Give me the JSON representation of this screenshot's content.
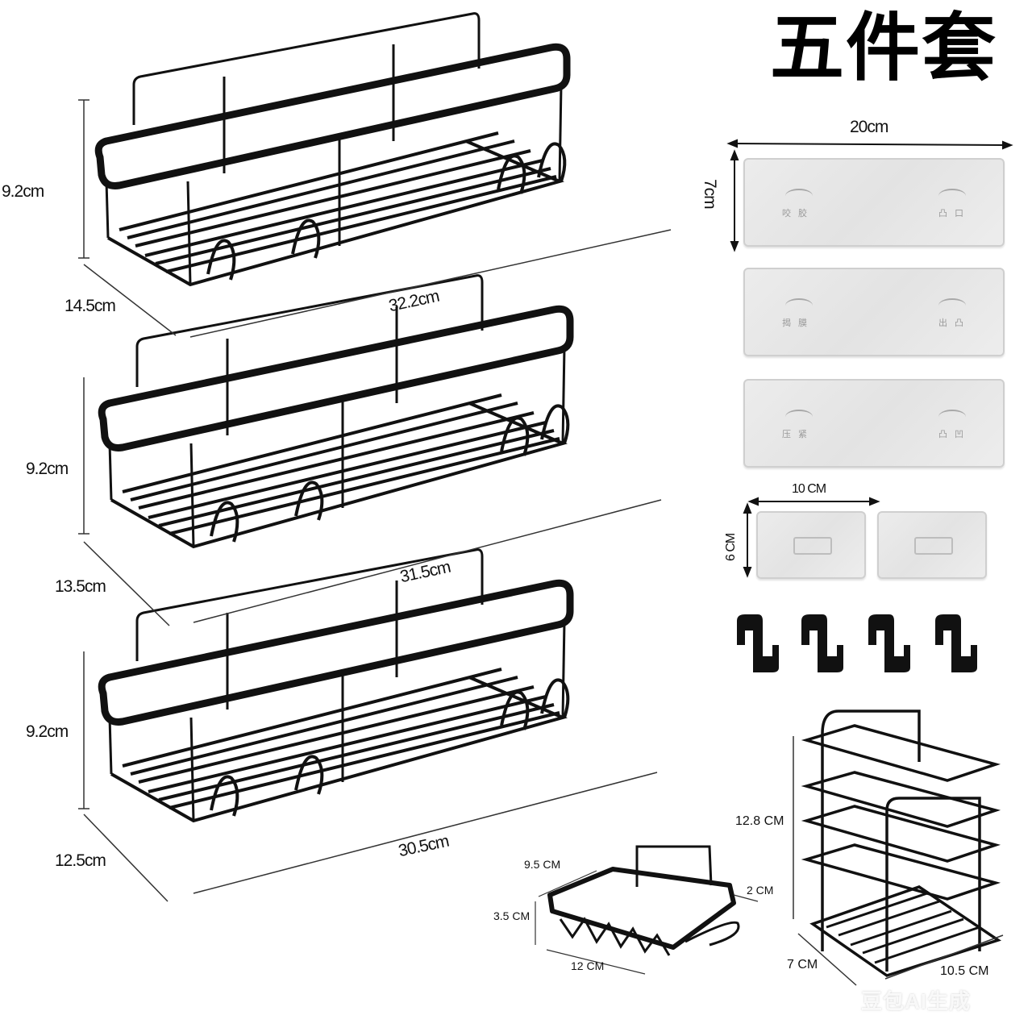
{
  "title": "五件套",
  "watermark": "豆包AI生成",
  "colors": {
    "rack": "#111111",
    "background": "#ffffff",
    "plate": "#e6e6e6",
    "dimension_line": "#222222"
  },
  "racks": [
    {
      "name": "large-rack-1",
      "height": "9.2cm",
      "depth": "14.5cm",
      "length": "32.2cm"
    },
    {
      "name": "large-rack-2",
      "height": "9.2cm",
      "depth": "13.5cm",
      "length": "31.5cm"
    },
    {
      "name": "large-rack-3",
      "height": "9.2cm",
      "depth": "12.5cm",
      "length": "30.5cm"
    }
  ],
  "adhesive_plates_large": {
    "width": "20cm",
    "height": "7cm",
    "count": 3,
    "marks": [
      [
        "咬 胶",
        "凸 口"
      ],
      [
        "揭 膜",
        "出 凸"
      ],
      [
        "压 紧",
        "凸 凹"
      ]
    ]
  },
  "adhesive_plates_small": {
    "width": "10 CM",
    "height": "6 CM",
    "count": 2
  },
  "hooks": {
    "count": 4
  },
  "soap_dish": {
    "width": "9.5 CM",
    "height": "3.5 CM",
    "length": "12 CM",
    "hook_depth": "2 CM"
  },
  "toothbrush_holder": {
    "height": "12.8 CM",
    "depth": "7 CM",
    "width": "10.5 CM"
  }
}
